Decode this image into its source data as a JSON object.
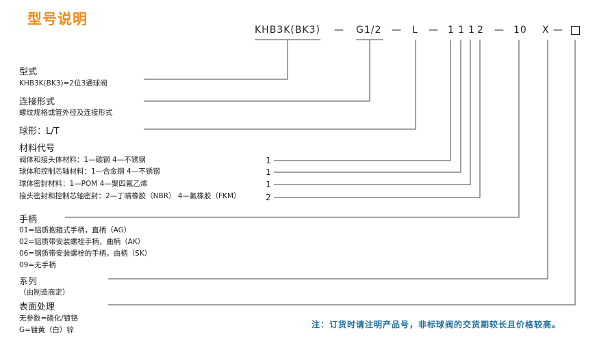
{
  "title": "型号说明",
  "colors": {
    "title": "#f08a1c",
    "note": "#1d6f9a",
    "line": "#444444"
  },
  "code": {
    "model": "KHB3K(BK3)",
    "sep1": "—",
    "thread": "G1/2",
    "sep2": "—",
    "ball": "L",
    "sep3": "—",
    "m1": "1",
    "m2": "1",
    "m3": "1",
    "m4": "2",
    "sep4": "—",
    "handle": "10",
    "series": "X",
    "sep5": "—",
    "surface_box": "□"
  },
  "sections": {
    "type": {
      "heading": "型式",
      "lines": [
        "KHB3K(BK3)=2位3通球阀"
      ]
    },
    "connection": {
      "heading": "连接形式",
      "lines": [
        "螺纹规格或管外径及连接形式"
      ]
    },
    "ball": {
      "heading": "球形：L/T"
    },
    "material": {
      "heading": "材料代号",
      "lines": [
        "阀体和接头体材料：1—碳钢  4—不锈钢",
        "球体和控制芯轴材料：1—合金钢  4—不锈钢",
        "球体密封材料：1—POM  4—聚四氟乙烯",
        "接头密封和控制芯轴密封：2—丁晴橡胶（NBR）  4—氟橡胶（FKM）"
      ],
      "values": [
        "1",
        "1",
        "1",
        "2"
      ]
    },
    "handle": {
      "heading": "手柄",
      "lines": [
        "01=铝质抱箍式手柄，直柄（AG）",
        "02=铝质带安装螺栓手柄，曲柄（AK）",
        "06=钢质带安装螺栓的手柄，曲柄（SK）",
        "09=无手柄"
      ]
    },
    "series": {
      "heading": "系列",
      "lines": [
        "（由制造商定）"
      ]
    },
    "surface": {
      "heading": "表面处理",
      "lines": [
        "无参数=磷化/镀铬",
        "G=镀黄（白）锌"
      ]
    }
  },
  "note": "注：订货时请注明产品号，非标球阀的交货期较长且价格较高。"
}
